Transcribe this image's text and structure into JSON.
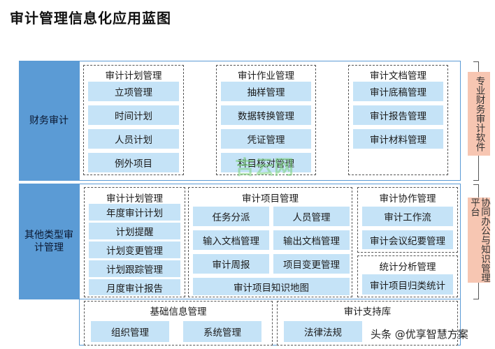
{
  "title": "审计管理信息化应用蓝图",
  "finance": {
    "label": "财务审计",
    "plan": {
      "title": "审计计划管理",
      "items": [
        "立项管理",
        "时间计划",
        "人员计划",
        "例外项目"
      ]
    },
    "work": {
      "title": "审计作业管理",
      "items": [
        "抽样管理",
        "数据转换管理",
        "凭证管理",
        "科目核对管理"
      ]
    },
    "docs": {
      "title": "审计文档管理",
      "items": [
        "审计底稿管理",
        "审计报告管理",
        "审计材料管理"
      ]
    }
  },
  "other": {
    "label": "其他类型审计管理",
    "plan": {
      "title": "审计计划管理",
      "items": [
        "年度审计计划",
        "计划提醒",
        "计划变更管理",
        "计划跟踪管理",
        "月度审计报告"
      ]
    },
    "project": {
      "title": "审计项目管理",
      "items": [
        "任务分派",
        "人员管理",
        "输入文档管理",
        "输出文档管理",
        "审计周报",
        "项目变更管理",
        "审计项目知识地图"
      ]
    },
    "collab": {
      "title": "审计协作管理",
      "items": [
        "审计工作流",
        "审计会议纪要管理"
      ]
    },
    "stats": {
      "title": "统计分析管理",
      "items": [
        "审计项目归类统计"
      ]
    },
    "basic": {
      "title": "基础信息管理",
      "items": [
        "组织管理",
        "系统管理"
      ]
    },
    "support": {
      "title": "审计支持库",
      "items": [
        "法律法规"
      ]
    }
  },
  "side": {
    "top": "专业财务审计软件",
    "bottom": "协同办公与知识管理平台"
  },
  "watermark": "吉云网",
  "footer": "头条 @优享智慧方案"
}
